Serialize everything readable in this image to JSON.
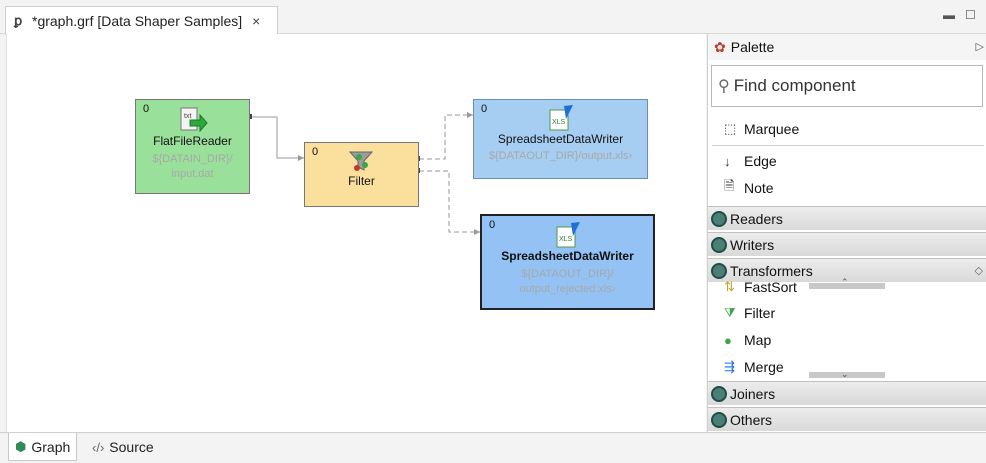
{
  "editor_tab": {
    "title": "*graph.grf [Data Shaper Samples]",
    "close": "×"
  },
  "nodes": {
    "reader": {
      "port": "0",
      "title": "FlatFileReader",
      "path1": "${DATAIN_DIR}/",
      "path2": "input.dat"
    },
    "filter": {
      "port": "0",
      "title": "Filter"
    },
    "writer1": {
      "port": "0",
      "title": "SpreadsheetDataWriter",
      "path1": "${DATAOUT_DIR}/output.xls›"
    },
    "writer2": {
      "port": "0",
      "title": "SpreadsheetDataWriter",
      "path1": "${DATAOUT_DIR}/",
      "path2": "output_rejected.xls›"
    }
  },
  "bottom_tabs": [
    {
      "label": "Graph",
      "icon": "graph-icon"
    },
    {
      "label": "Source",
      "icon": "source-icon"
    }
  ],
  "palette": {
    "title": "Palette",
    "search_placeholder": "Find component",
    "tools": [
      {
        "label": "Marquee",
        "icon": "marquee-icon"
      },
      {
        "label": "Edge",
        "icon": "edge-icon"
      },
      {
        "label": "Note",
        "icon": "note-icon"
      }
    ],
    "drawers": [
      "Readers",
      "Writers",
      "Transformers",
      "Joiners",
      "Others"
    ],
    "transformer_items": [
      "FastSort",
      "Filter",
      "Map",
      "Merge"
    ]
  },
  "colors": {
    "reader": "#99e09a",
    "filter": "#fbe09d",
    "writer": "#a6cdf2",
    "edge": "#999999"
  }
}
